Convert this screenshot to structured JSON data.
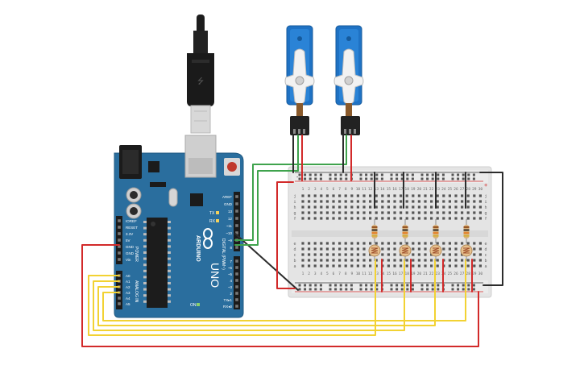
{
  "arduino": {
    "brand": "ARDUINO",
    "model": "UNO",
    "power_header_label": "POWER",
    "analog_header_label": "ANALOG IN",
    "digital_header_label": "DIGITAL (PWM~)",
    "tx_label": "TX",
    "rx_label": "RX",
    "on_label": "ON",
    "power_pins": [
      "IOREF",
      "RESET",
      "3.3V",
      "5V",
      "GND",
      "GND",
      "Vin"
    ],
    "analog_pins": [
      "A0",
      "A1",
      "A2",
      "A3",
      "A4",
      "A5"
    ],
    "digital_pins_top": [
      "AREF",
      "GND",
      "13",
      "12",
      "~11",
      "~10",
      "~9",
      "8"
    ],
    "digital_pins_bottom": [
      "7",
      "~6",
      "~5",
      "4",
      "~3",
      "2",
      "TX▸1",
      "RX◂0"
    ]
  },
  "breadboard": {
    "row_letters_top": [
      "j",
      "i",
      "h",
      "g",
      "f"
    ],
    "row_letters_bottom": [
      "e",
      "d",
      "c",
      "b",
      "a"
    ],
    "column_numbers": [
      "1",
      "2",
      "3",
      "4",
      "5",
      "6",
      "7",
      "8",
      "9",
      "10",
      "11",
      "12",
      "13",
      "14",
      "15",
      "16",
      "17",
      "18",
      "19",
      "20",
      "21",
      "22",
      "23",
      "24",
      "25",
      "26",
      "27",
      "28",
      "29",
      "30"
    ],
    "rail_plus": "+",
    "rail_minus": "-"
  },
  "components": {
    "servo_count": 2,
    "resistor_count": 4,
    "photoresistor_count": 4
  },
  "colors": {
    "board_blue": "#2a6e9e",
    "servo_blue": "#1f72c4",
    "wire_red": "#d22a2a",
    "wire_black": "#2c2c2c",
    "wire_green": "#3fa34d",
    "wire_yellow": "#f2d233",
    "breadboard": "#e6e6e6"
  }
}
